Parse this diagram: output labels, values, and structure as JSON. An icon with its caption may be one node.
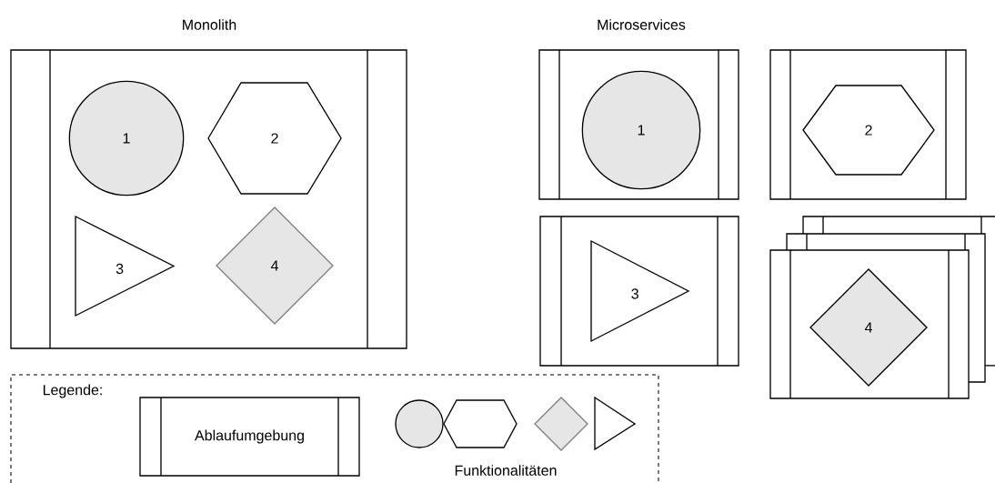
{
  "diagram": {
    "nodes": [
      {
        "text": [
          "Monolith"
        ]
      },
      {
        "text": [
          "1"
        ],
        "in": 0
      },
      {
        "text": [
          "2"
        ],
        "in": 0
      },
      {
        "text": [
          "3"
        ],
        "in": 0
      },
      {
        "text": [
          "4"
        ],
        "in": 0
      },
      {
        "text": [],
        "shape": "box"
      },
      {
        "text": [
          "1"
        ],
        "in": 5
      },
      {
        "text": [],
        "shape": "box"
      },
      {
        "text": [
          "2"
        ],
        "in": 7
      },
      {
        "text": [],
        "shape": "box"
      },
      {
        "text": [
          "3"
        ],
        "in": 9
      },
      {
        "text": [],
        "shape": "box"
      },
      {
        "text": [],
        "shape": "box"
      },
      {
        "text": [],
        "shape": "box"
      },
      {
        "text": [
          "4"
        ],
        "in": 13
      }
    ],
    "labels": [
      "Microservices",
      "Legende:"
    ],
    "legend": [
      {
        "text": "Ablaufumgebung"
      },
      {
        "text": "Funktionalitäten"
      }
    ]
  }
}
